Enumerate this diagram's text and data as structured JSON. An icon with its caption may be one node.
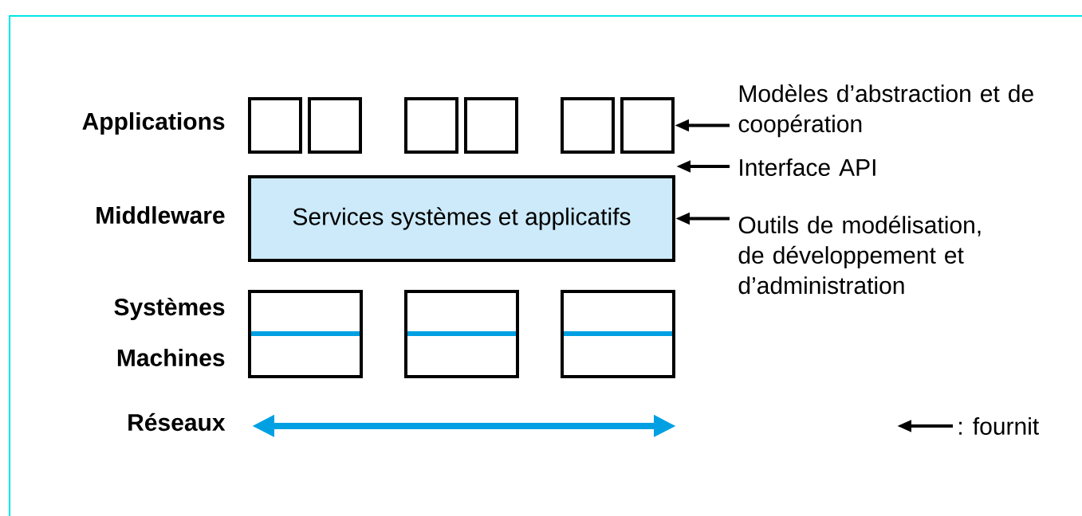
{
  "diagram": {
    "nodes": [
      {
        "text": [],
        "shape": "box"
      },
      {
        "text": [],
        "shape": "box"
      },
      {
        "text": [],
        "shape": "box"
      },
      {
        "text": [],
        "shape": "box"
      },
      {
        "text": [],
        "shape": "box"
      },
      {
        "text": [],
        "shape": "box"
      },
      {
        "text": [
          "Services systèmes et applicatifs"
        ]
      },
      {
        "text": [],
        "shape": "box"
      },
      {
        "text": [],
        "shape": "box"
      },
      {
        "text": [],
        "shape": "box"
      },
      {
        "text": [
          "Modèles d’abstraction et de coopération"
        ]
      },
      {
        "text": [
          "Interface API"
        ]
      },
      {
        "text": [
          "Outils de modélisation, de développement et d’administration"
        ]
      }
    ],
    "edges": [
      {
        "from": 10,
        "to": 5,
        "arrow": "to"
      },
      {
        "from": 11,
        "to": null,
        "arrow": "to"
      },
      {
        "from": 12,
        "to": 6,
        "arrow": "to"
      }
    ],
    "labels": [
      "Applications",
      "Middleware",
      "Systèmes",
      "Machines",
      "Réseaux"
    ],
    "legend": [
      {
        "text": ": fournit"
      }
    ]
  }
}
